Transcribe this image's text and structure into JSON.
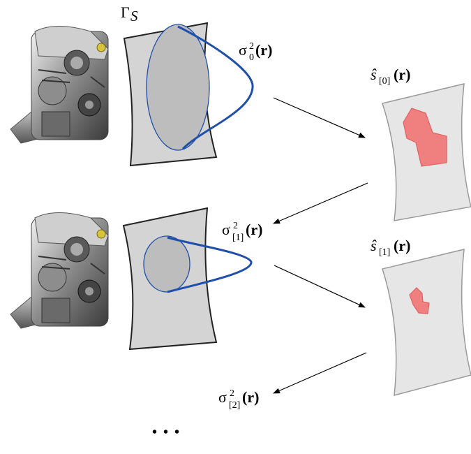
{
  "labels": {
    "gamma_s": "Γ",
    "gamma_s_sub": "S",
    "sigma0": "σ",
    "sigma0_sup": "2",
    "sigma0_sub": "0",
    "sigma0_r": "(r)",
    "sigma1": "σ",
    "sigma1_sup": "2",
    "sigma1_sub": "[1]",
    "sigma1_r": "(r)",
    "sigma2": "σ",
    "sigma2_sup": "2",
    "sigma2_sub": "[2]",
    "sigma2_r": "(r)",
    "s0_hat": "ŝ",
    "s0_sub": "[0]",
    "s0_r": "(r)",
    "s1_hat": "ŝ",
    "s1_sub": "[1]",
    "s1_r": "(r)",
    "ellipsis": "• • •"
  },
  "colors": {
    "panel_fill": "#d4d4d4",
    "panel_light_fill": "#e6e6e6",
    "panel_stroke": "#222222",
    "panel_light_stroke": "#9a9a9a",
    "curve_blue": "#1f4fa8",
    "ellipse_fill": "#bdbdbd",
    "region_fill": "#f08080",
    "region_stroke": "#e06060",
    "arrow": "#000000"
  },
  "icons": {
    "engine_top": "engine-image",
    "engine_bottom": "engine-image"
  }
}
